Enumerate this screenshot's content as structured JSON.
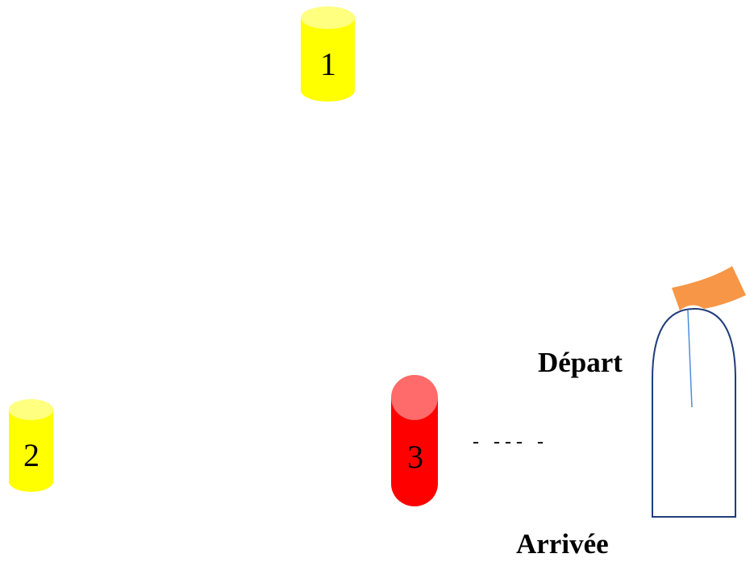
{
  "labels": {
    "depart": "Départ",
    "arrivee": "Arrivée"
  },
  "buoys": [
    {
      "number": "1",
      "color": "#FFFF00",
      "top_color": "#FFFF80"
    },
    {
      "number": "2",
      "color": "#FFFF00",
      "top_color": "#FFFF80"
    },
    {
      "number": "3",
      "color": "#FF0000",
      "top_color": "#FF6A6A"
    }
  ],
  "line_dashes": "-   - - -   -",
  "colors": {
    "boat_outline": "#1F3D7A",
    "boat_fill": "#FFFFFF",
    "boat_mast": "#4A90D9",
    "flag": "#F79646"
  }
}
